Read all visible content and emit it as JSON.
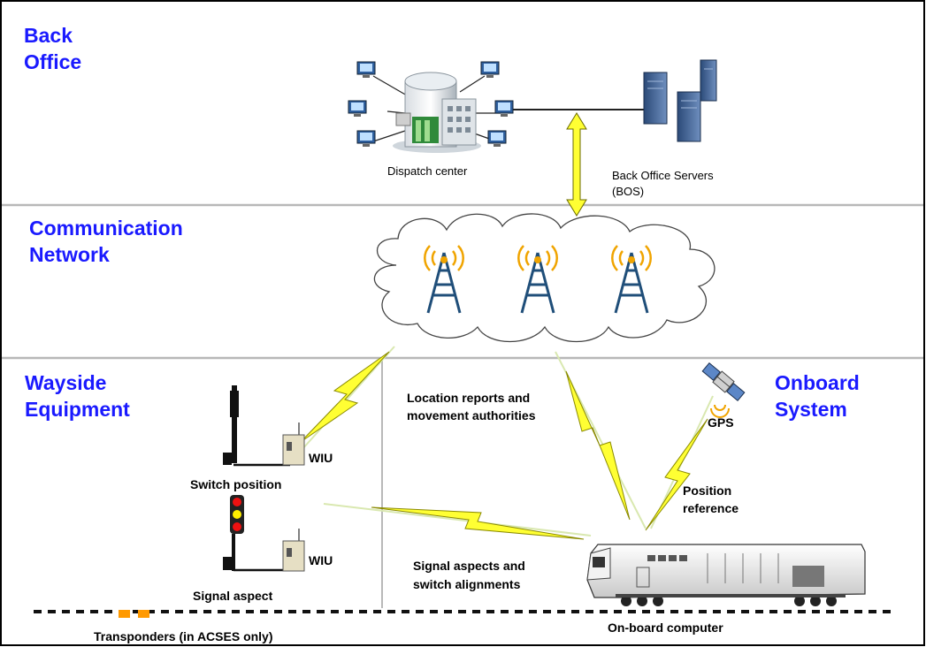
{
  "sections": {
    "back_office": {
      "line1": "Back",
      "line2": "Office"
    },
    "communication": {
      "line1": "Communication",
      "line2": "Network"
    },
    "wayside": {
      "line1": "Wayside",
      "line2": "Equipment"
    },
    "onboard": {
      "line1": "Onboard",
      "line2": "System"
    }
  },
  "labels": {
    "dispatch_center": "Dispatch center",
    "bos_line1": "Back Office Servers",
    "bos_line2": "(BOS)",
    "wiu_top": "WIU",
    "wiu_bottom": "WIU",
    "switch_position": "Switch position",
    "signal_aspect": "Signal aspect",
    "transponders": "Transponders (in ACSES only)",
    "location_line1": "Location reports and",
    "location_line2": "movement authorities",
    "gps": "GPS",
    "position_line1": "Position",
    "position_line2": "reference",
    "signal_aspects_line1": "Signal aspects and",
    "signal_aspects_line2": "switch alignments",
    "onboard_computer": "On-board computer"
  },
  "colors": {
    "section_title": "#1a1aff",
    "lightning": "#ffff33",
    "tower": "#1f4e79",
    "signal_red": "#ee1111",
    "signal_yellow": "#ffee00",
    "transponder": "#ff9900"
  }
}
